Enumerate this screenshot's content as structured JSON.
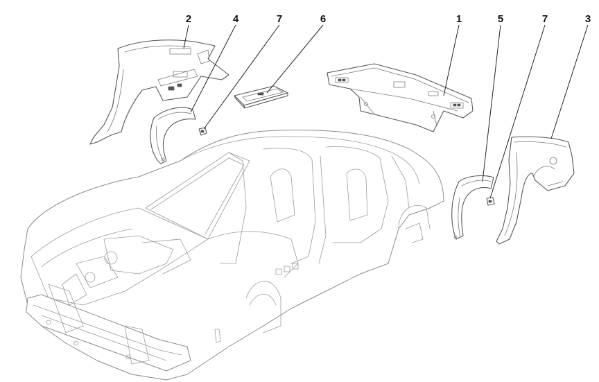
{
  "diagram": {
    "callouts": [
      {
        "id": "c2",
        "label": "2",
        "part": "rear-quarter-panel-left"
      },
      {
        "id": "c4",
        "label": "4",
        "part": "wheelhouse-liner-left"
      },
      {
        "id": "c7a",
        "label": "7",
        "part": "fastener-clip-left"
      },
      {
        "id": "c6",
        "label": "6",
        "part": "bracket-plate"
      },
      {
        "id": "c1",
        "label": "1",
        "part": "rear-crossmember"
      },
      {
        "id": "c5",
        "label": "5",
        "part": "wheelhouse-liner-right"
      },
      {
        "id": "c7b",
        "label": "7",
        "part": "fastener-clip-right"
      },
      {
        "id": "c3",
        "label": "3",
        "part": "rear-quarter-panel-right"
      }
    ],
    "colors": {
      "line": "#555555",
      "background": "#ffffff",
      "text": "#111111"
    }
  }
}
